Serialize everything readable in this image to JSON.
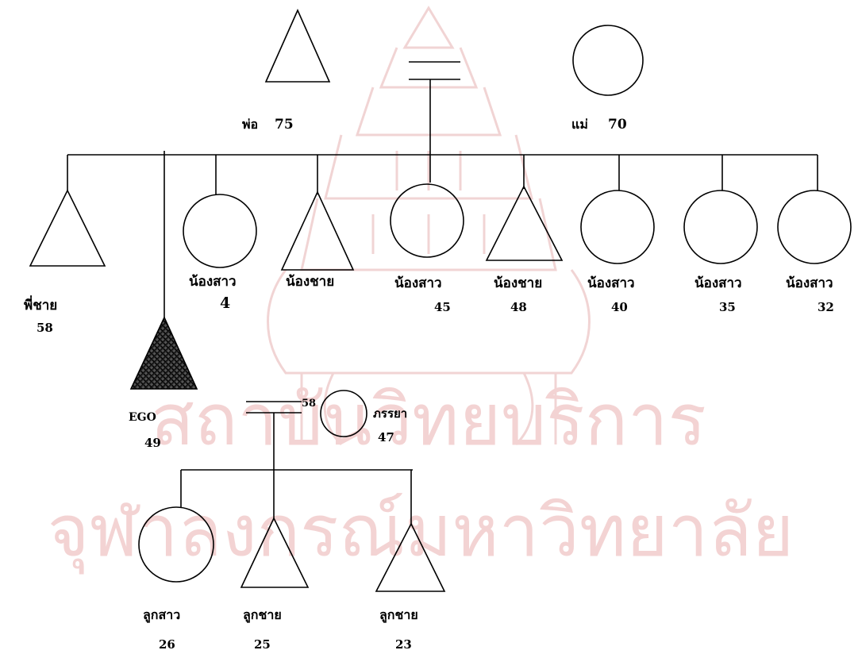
{
  "watermark": {
    "line1": "สถาบันวิทยบริการ",
    "line2": "จุฬาลงกรณ์มหาวิทยาลัย",
    "emblem": "university-seal"
  },
  "parents": {
    "father": {
      "label": "พ่อ",
      "age": "75",
      "shape": "triangle"
    },
    "mother": {
      "label": "แม่",
      "age": "70",
      "shape": "circle"
    }
  },
  "siblings": [
    {
      "label": "พี่ชาย",
      "age": "58",
      "shape": "triangle"
    },
    {
      "label": "EGO",
      "age": "49",
      "shape": "triangle-filled"
    },
    {
      "label": "น้องสาว",
      "age": "4",
      "shape": "circle"
    },
    {
      "label": "น้องชาย",
      "age": "",
      "shape": "triangle"
    },
    {
      "label": "น้องสาว",
      "age": "45",
      "shape": "circle"
    },
    {
      "label": "น้องชาย",
      "age": "48",
      "shape": "triangle"
    },
    {
      "label": "น้องสาว",
      "age": "40",
      "shape": "circle"
    },
    {
      "label": "น้องสาว",
      "age": "35",
      "shape": "circle"
    },
    {
      "label": "น้องสาว",
      "age": "32",
      "shape": "circle"
    }
  ],
  "ego_marriage": {
    "ego_age_mark": "58",
    "wife": {
      "label": "ภรรยา",
      "age": "47",
      "shape": "circle"
    }
  },
  "children": [
    {
      "label": "ลูกสาว",
      "age": "26",
      "shape": "circle"
    },
    {
      "label": "ลูกชาย",
      "age": "25",
      "shape": "triangle"
    },
    {
      "label": "ลูกชาย",
      "age": "23",
      "shape": "triangle"
    }
  ],
  "colors": {
    "line": "#000000",
    "ego_fill": "#444444",
    "watermark": "#f3d3d3"
  }
}
